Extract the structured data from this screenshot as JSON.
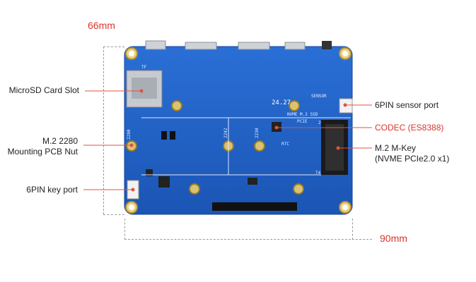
{
  "dimensions": {
    "width_label": "66mm",
    "length_label": "90mm"
  },
  "callouts": {
    "microsd": "MicroSD Card Slot",
    "m2_nut_line1": "M.2 2280",
    "m2_nut_line2": "Mounting PCB Nut",
    "key_port": "6PIN key port",
    "sensor_port": "6PIN sensor port",
    "codec": "CODEC (ES8388)",
    "mkey_line1": "M.2 M-Key",
    "mkey_line2": "(NVME PCIe2.0 x1)"
  },
  "board_silkscreen": {
    "tf": "TF",
    "sensor": "SENSOR",
    "nvme": "NVME M.2 SSD",
    "pcie": "PCIE",
    "rtc": "RTC",
    "s2280": "2280",
    "s2242": "2242",
    "s2230": "2230",
    "logo_text": "24.27",
    "t4": "T4",
    "num2": "2"
  },
  "colors": {
    "accent_red": "#d9352b",
    "pcb_blue": "#1f5fc4",
    "callout_line": "#e0533f"
  }
}
